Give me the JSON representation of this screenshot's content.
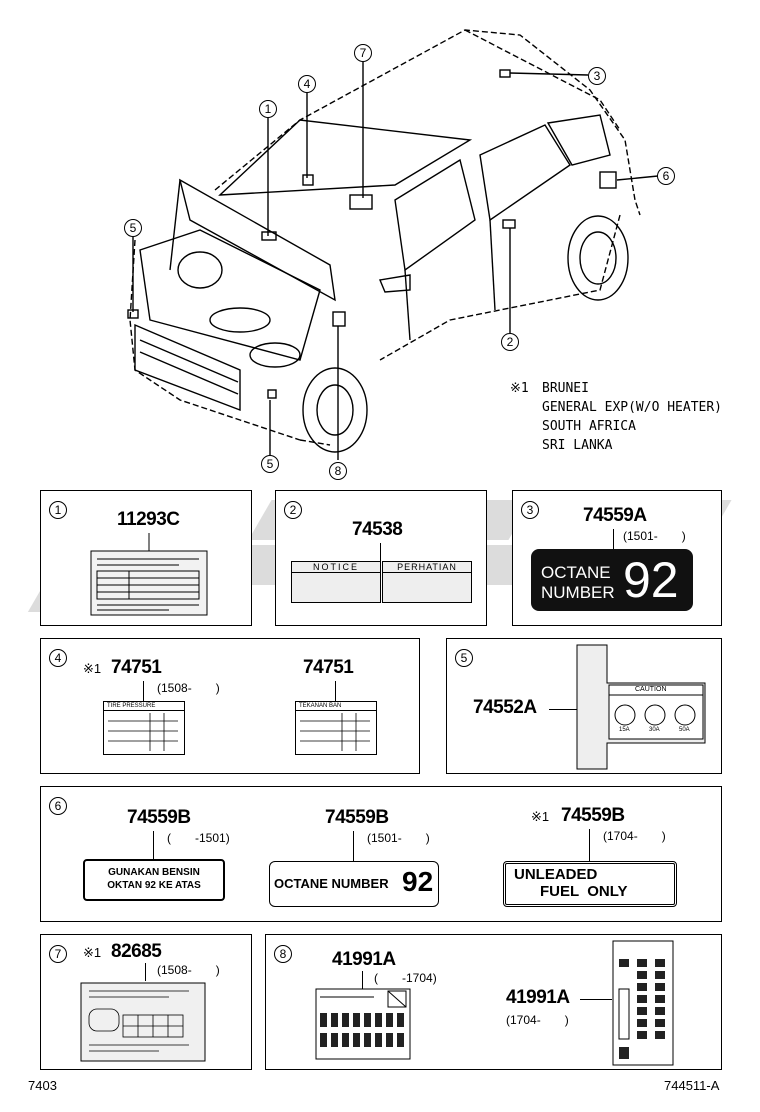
{
  "overview": {
    "callouts": [
      "1",
      "2",
      "3",
      "4",
      "5",
      "6",
      "7",
      "8"
    ],
    "notes": {
      "marker": "※1",
      "lines": [
        "BRUNEI",
        "GENERAL EXP(W/O HEATER)",
        "SOUTH AFRICA",
        "SRI LANKA"
      ]
    }
  },
  "panels": {
    "p1": {
      "num": "1",
      "part": "11293C"
    },
    "p2": {
      "num": "2",
      "part": "74538",
      "notice": "NOTICE",
      "perhatian": "PERHATIAN"
    },
    "p3": {
      "num": "3",
      "part": "74559A",
      "date": "(1501-　　)",
      "label_l1": "OCTANE",
      "label_l2": "NUMBER",
      "label_big": "92"
    },
    "p4": {
      "num": "4",
      "ast": "※1",
      "part_a": "74751",
      "date_a": "(1508-　　)",
      "part_b": "74751",
      "label_a": "TIRE PRESSURE",
      "label_b": "TEKANAN BAN"
    },
    "p5": {
      "num": "5",
      "part": "74552A",
      "caution": "CAUTION",
      "f1": "15A",
      "f2": "30A",
      "f3": "50A"
    },
    "p6": {
      "num": "6",
      "part_a": "74559B",
      "date_a": "(　　-1501)",
      "part_b": "74559B",
      "date_b": "(1501-　　)",
      "ast": "※1",
      "part_c": "74559B",
      "date_c": "(1704-　　)",
      "lbl_a1": "GUNAKAN BENSIN",
      "lbl_a2": "OKTAN 92 KE ATAS",
      "lbl_b": "OCTANE NUMBER",
      "lbl_b_big": "92",
      "lbl_c1": "UNLEADED",
      "lbl_c2": "FUEL  ONLY"
    },
    "p7": {
      "num": "7",
      "ast": "※1",
      "part": "82685",
      "date": "(1508-　　)"
    },
    "p8": {
      "num": "8",
      "part_a": "41991A",
      "date_a": "(　　-1704)",
      "part_b": "41991A",
      "date_b": "(1704-　　)"
    }
  },
  "footer": {
    "left": "7403",
    "right": "744511-A"
  }
}
